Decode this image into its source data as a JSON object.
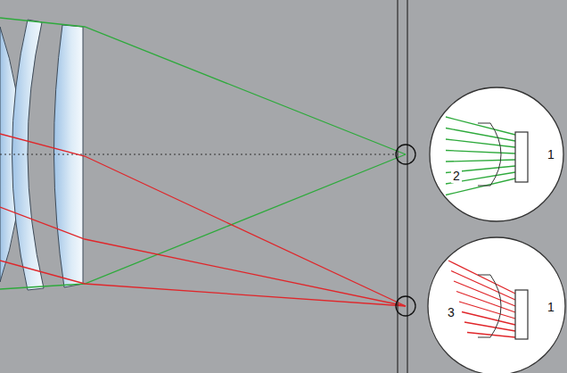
{
  "diagram": {
    "labels": [
      "1",
      "2",
      "3",
      "1"
    ]
  }
}
